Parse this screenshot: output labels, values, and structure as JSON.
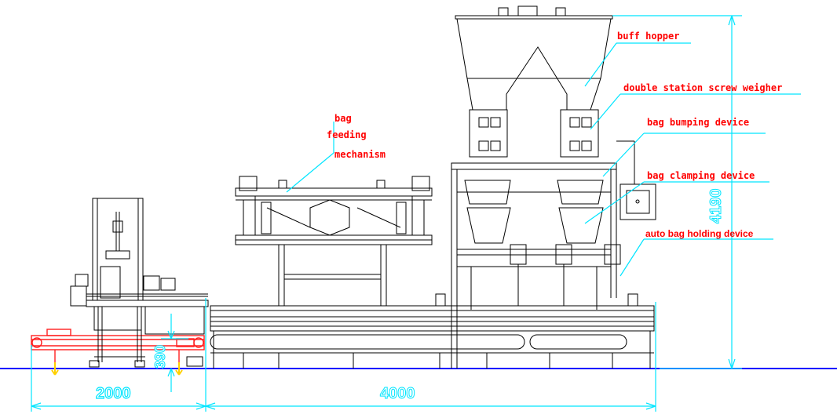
{
  "labels": {
    "buff_hopper": "buff hopper",
    "double_station": "double station screw weigher",
    "bag_bumping": "bag bumping device",
    "bag_feeding_1": "bag",
    "bag_feeding_2": "feeding",
    "bag_feeding_3": "mechanism",
    "bag_clamping": "bag clamping device",
    "auto_bag_holding": "auto bag holding device"
  },
  "dimensions": {
    "width_left": "2000",
    "width_right": "4000",
    "height_total": "4190",
    "height_conveyor": "390"
  },
  "colors": {
    "drawing": "#000000",
    "label": "#ff0000",
    "leader": "#00e5ff",
    "dimension": "#00e5ff",
    "ground": "#0000ff",
    "conveyor": "#ff2020",
    "feet": "#ffd000"
  }
}
